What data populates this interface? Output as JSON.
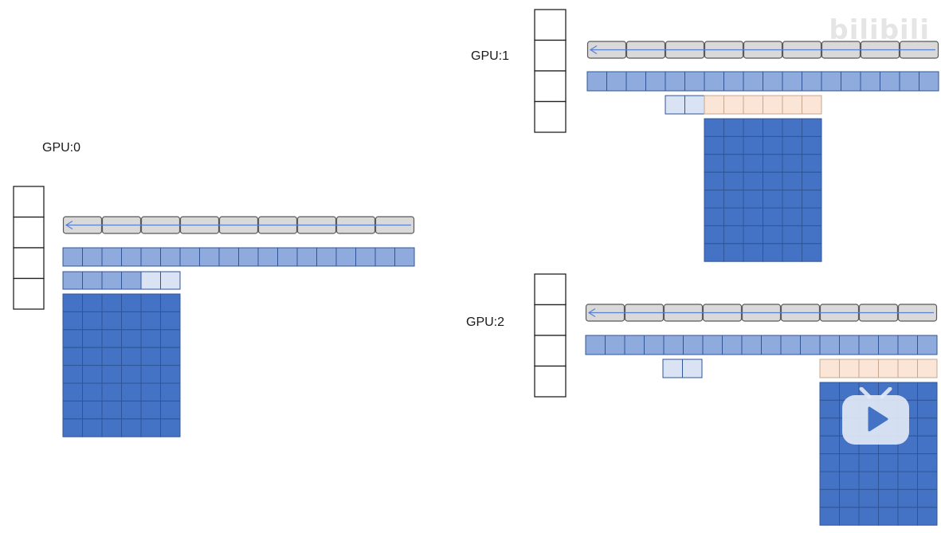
{
  "labels": {
    "gpu0": "GPU:0",
    "gpu1": "GPU:1",
    "gpu2": "GPU:2"
  },
  "watermark": "bilibili",
  "colors": {
    "dark_blue": "#4472c4",
    "mid_blue": "#8faadc",
    "light_blue": "#dae3f3",
    "peach": "#fbe5d6",
    "gray": "#d9d9d9",
    "stroke_blue": "#2f5597",
    "stroke_gray": "#595959",
    "stroke_peach": "#c5a88f"
  },
  "icons": {
    "play": "play-button-icon",
    "arrow": "left-arrow-icon"
  }
}
